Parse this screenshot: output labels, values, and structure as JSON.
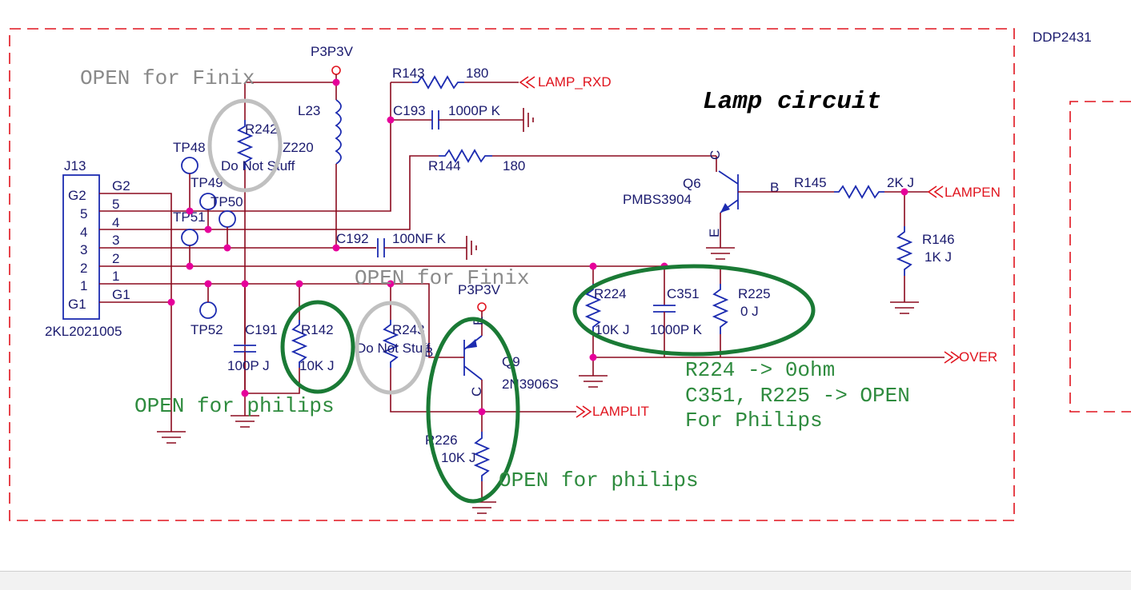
{
  "sheet": {
    "id_label": "DDP2431",
    "title": "Lamp circuit"
  },
  "notes": {
    "open_finix_top": "OPEN for Finix",
    "open_finix_mid": "OPEN for Finix",
    "open_philips_left": "OPEN for philips",
    "open_philips_bottom": "OPEN for philips",
    "philips_line1": "R224 -> 0ohm",
    "philips_line2": "C351, R225 -> OPEN",
    "philips_line3": "For Philips"
  },
  "connector": {
    "ref": "J13",
    "part": "2KL2021005",
    "pins": [
      "G2",
      "5",
      "4",
      "3",
      "2",
      "1",
      "G1"
    ],
    "net_pins": [
      "G2",
      "5",
      "4",
      "3",
      "2",
      "1",
      "G1"
    ]
  },
  "power": {
    "p3p3v_top": "P3P3V",
    "p3p3v_mid": "P3P3V"
  },
  "nets": {
    "lamp_rxd": "LAMP_RXD",
    "lampen": "LAMPEN",
    "over": "OVER",
    "lamplit": "LAMPLIT"
  },
  "components": {
    "r143": {
      "ref": "R143",
      "value": "180"
    },
    "r144": {
      "ref": "R144",
      "value": "180"
    },
    "r145": {
      "ref": "R145",
      "value": "2K J"
    },
    "r146": {
      "ref": "R146",
      "value": "1K J"
    },
    "r242": {
      "ref": "R242",
      "value": "Do Not Stuff"
    },
    "r243": {
      "ref": "R243",
      "value": "Do Not Stuff"
    },
    "r142": {
      "ref": "R142",
      "value": "10K J"
    },
    "r224": {
      "ref": "R224",
      "value": "10K J"
    },
    "r225": {
      "ref": "R225",
      "value": "0 J"
    },
    "r226": {
      "ref": "R226",
      "value": "10K J"
    },
    "l23": {
      "ref": "L23",
      "value": "Z220"
    },
    "c193": {
      "ref": "C193",
      "value": "1000P K"
    },
    "c192": {
      "ref": "C192",
      "value": "100NF K"
    },
    "c191": {
      "ref": "C191",
      "value": "100P J"
    },
    "c351": {
      "ref": "C351",
      "value": "1000P K"
    },
    "q6": {
      "ref": "Q6",
      "value": "PMBS3904",
      "pin_c": "C",
      "pin_b": "B",
      "pin_e": "E"
    },
    "q9": {
      "ref": "Q9",
      "value": "2N3906S",
      "pin_c": "C",
      "pin_b": "B",
      "pin_e": "E"
    }
  },
  "test_points": [
    "TP48",
    "TP49",
    "TP50",
    "TP51",
    "TP52"
  ],
  "colors": {
    "border": "#e0141e",
    "wire": "#8b0a1e",
    "component": "#1c2bb0",
    "junction": "#e6009a",
    "green_note": "#2e8b3e",
    "green_circle": "#1a7a35",
    "gray_circle": "#c0c0c0"
  }
}
